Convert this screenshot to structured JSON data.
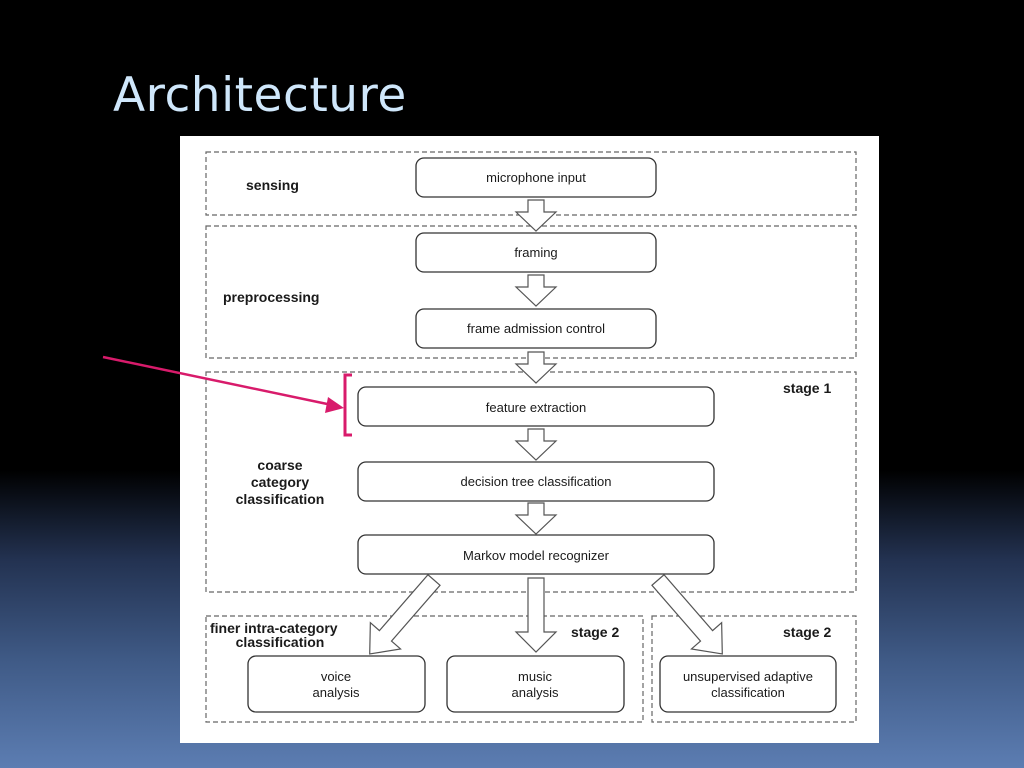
{
  "slide": {
    "title": "Architecture"
  },
  "diagram": {
    "stages": {
      "sensing": "sensing",
      "preprocessing": "preprocessing",
      "coarse_line1": "coarse",
      "coarse_line2": "category",
      "coarse_line3": "classification",
      "stage1": "stage 1",
      "finer_line1": "finer intra-category",
      "finer_line2": "classification",
      "stage2_left": "stage 2",
      "stage2_right": "stage 2"
    },
    "boxes": {
      "microphone": "microphone input",
      "framing": "framing",
      "admission": "frame admission control",
      "feature": "feature extraction",
      "decision": "decision tree classification",
      "markov": "Markov model recognizer",
      "voice_line1": "voice",
      "voice_line2": "analysis",
      "music_line1": "music",
      "music_line2": "analysis",
      "unsup_line1": "unsupervised adaptive",
      "unsup_line2": "classification"
    },
    "colors": {
      "annotation_arrow": "#d81b6b",
      "title_text": "#cfe7fb"
    }
  }
}
